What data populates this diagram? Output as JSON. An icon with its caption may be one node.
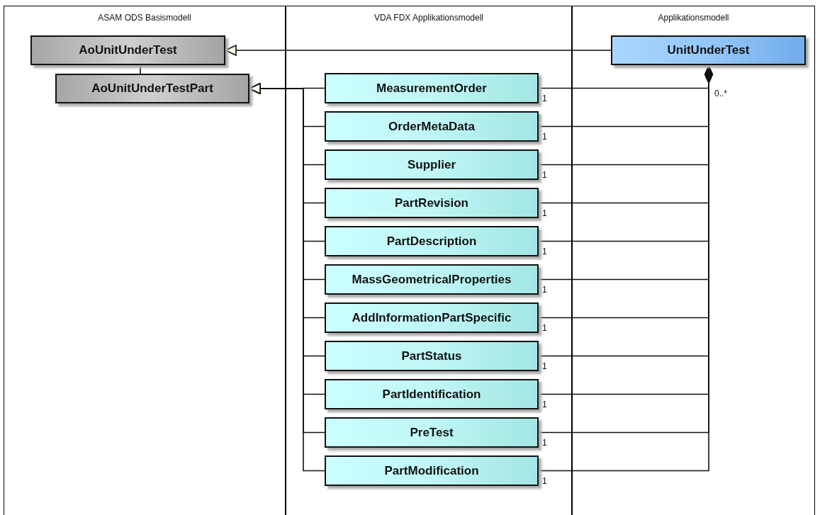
{
  "diagram": {
    "nodes": [
      {
        "text": [
          "ASAM ODS Basismodell"
        ]
      },
      {
        "text": [
          "AoUnitUnderTest"
        ],
        "in": 0
      },
      {
        "text": [
          "AoUnitUnderTestPart"
        ],
        "in": 0
      },
      {
        "text": [
          "VDA FDX Applikationsmodell"
        ]
      },
      {
        "text": [
          "MeasurementOrder"
        ],
        "in": 3
      },
      {
        "text": [
          "OrderMetaData"
        ],
        "in": 3
      },
      {
        "text": [
          "Supplier"
        ],
        "in": 3
      },
      {
        "text": [
          "PartRevision"
        ],
        "in": 3
      },
      {
        "text": [
          "PartDescription"
        ],
        "in": 3
      },
      {
        "text": [
          "MassGeometricalProperties"
        ],
        "in": 3
      },
      {
        "text": [
          "AddInformationPartSpecific"
        ],
        "in": 3
      },
      {
        "text": [
          "PartStatus"
        ],
        "in": 3
      },
      {
        "text": [
          "PartIdentification"
        ],
        "in": 3
      },
      {
        "text": [
          "PreTest"
        ],
        "in": 3
      },
      {
        "text": [
          "PartModification"
        ],
        "in": 3
      },
      {
        "text": [
          "Applikationsmodell"
        ]
      },
      {
        "text": [
          "UnitUnderTest"
        ],
        "in": 15
      }
    ],
    "edges": [
      {
        "from": 16,
        "to": 1,
        "arrow": "to"
      },
      {
        "from": 1,
        "to": 2,
        "arrow": "none"
      },
      {
        "from": 4,
        "to": 2,
        "arrow": "to"
      },
      {
        "from": 5,
        "to": 2,
        "arrow": "to"
      },
      {
        "from": 6,
        "to": 2,
        "arrow": "to"
      },
      {
        "from": 7,
        "to": 2,
        "arrow": "to"
      },
      {
        "from": 8,
        "to": 2,
        "arrow": "to"
      },
      {
        "from": 9,
        "to": 2,
        "arrow": "to"
      },
      {
        "from": 10,
        "to": 2,
        "arrow": "to"
      },
      {
        "from": 11,
        "to": 2,
        "arrow": "to"
      },
      {
        "from": 12,
        "to": 2,
        "arrow": "to"
      },
      {
        "from": 13,
        "to": 2,
        "arrow": "to"
      },
      {
        "from": 14,
        "to": 2,
        "arrow": "to"
      },
      {
        "from": 16,
        "to": 4,
        "arrow": "other",
        "label": "1"
      },
      {
        "from": 16,
        "to": 5,
        "arrow": "other",
        "label": "1"
      },
      {
        "from": 16,
        "to": 6,
        "arrow": "other",
        "label": "1"
      },
      {
        "from": 16,
        "to": 7,
        "arrow": "other",
        "label": "1"
      },
      {
        "from": 16,
        "to": 8,
        "arrow": "other",
        "label": "1"
      },
      {
        "from": 16,
        "to": 9,
        "arrow": "other",
        "label": "1"
      },
      {
        "from": 16,
        "to": 10,
        "arrow": "other",
        "label": "1"
      },
      {
        "from": 16,
        "to": 11,
        "arrow": "other",
        "label": "1"
      },
      {
        "from": 16,
        "to": 12,
        "arrow": "other",
        "label": "1"
      },
      {
        "from": 16,
        "to": 13,
        "arrow": "other",
        "label": "1"
      },
      {
        "from": 16,
        "to": 14,
        "arrow": "other",
        "label": "1"
      }
    ],
    "labels": [
      "0..*"
    ]
  }
}
